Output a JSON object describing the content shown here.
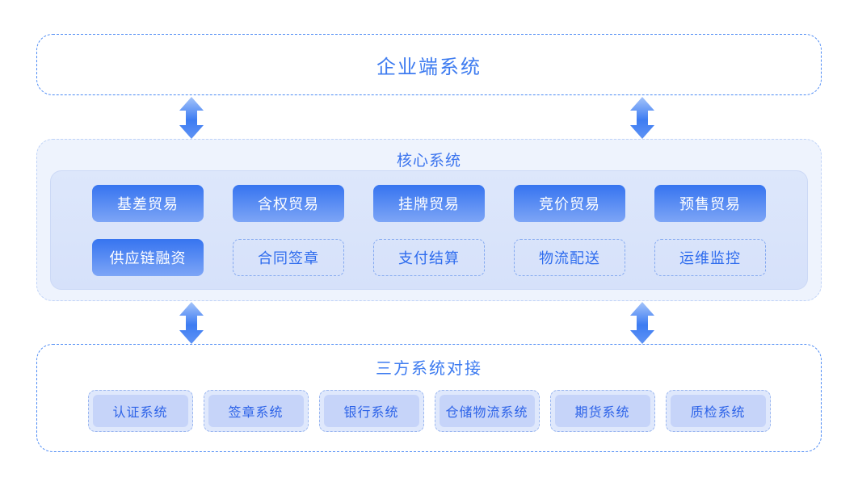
{
  "colors": {
    "title_blue": "#3d7bf0",
    "dashed_border_blue": "#4d8bf5",
    "core_panel_bg": "#eef3fd",
    "inner_panel_bg": "#dbe6fa",
    "solid_chip_top": "#3674f0",
    "solid_chip_bottom": "#7da5f6",
    "chip_text_blue": "#2e6cee",
    "system_item_fill": "#c6d4f9",
    "arrow_blue_light": "#9fc0f9",
    "arrow_blue_dark": "#2f70ee"
  },
  "top_box": {
    "title": "企业端系统"
  },
  "core_box": {
    "title": "核心系统",
    "primary_modules": [
      "基差贸易",
      "含权贸易",
      "挂牌贸易",
      "竞价贸易",
      "预售贸易"
    ],
    "secondary_modules": [
      {
        "label": "供应链融资",
        "style": "solid"
      },
      {
        "label": "合同签章",
        "style": "dashed"
      },
      {
        "label": "支付结算",
        "style": "dashed"
      },
      {
        "label": "物流配送",
        "style": "dashed"
      },
      {
        "label": "运维监控",
        "style": "dashed"
      }
    ]
  },
  "bottom_box": {
    "title": "三方系统对接",
    "systems": [
      "认证系统",
      "签章系统",
      "银行系统",
      "仓储物流系统",
      "期货系统",
      "质检系统"
    ]
  }
}
